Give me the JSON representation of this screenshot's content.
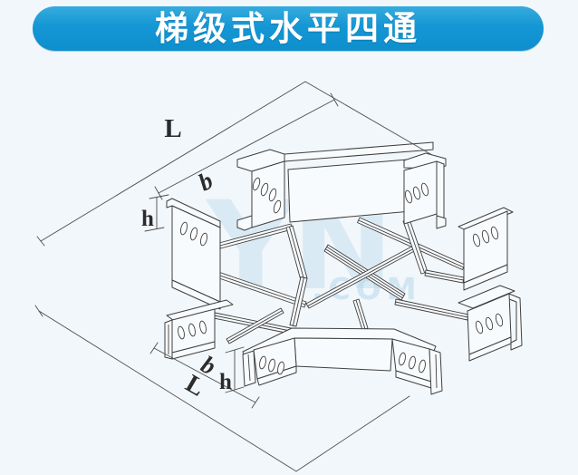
{
  "title": {
    "text": "梯级式水平四通"
  },
  "diagram": {
    "labels": {
      "top_length": "L",
      "top_width": "b",
      "top_height": "h",
      "bottom_width": "b",
      "bottom_height": "h",
      "bottom_length": "L"
    },
    "colors": {
      "banner_blue": "#1497d4",
      "line_color": "#3f3f3f",
      "background": "#f2f7fb",
      "watermark_blue": "#b7d7ec"
    }
  },
  "watermark": {
    "letters": "YN",
    "suffix": ".COM"
  }
}
